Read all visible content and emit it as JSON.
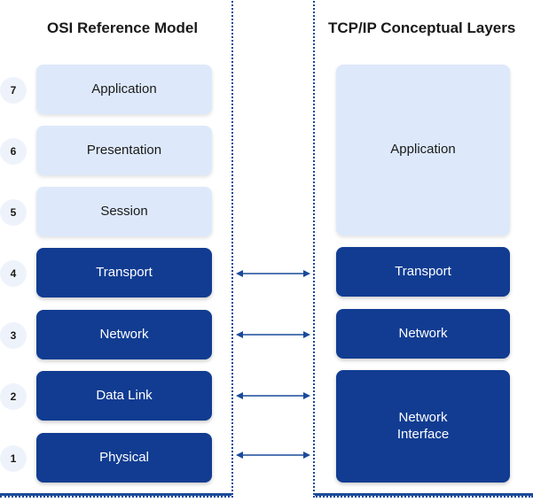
{
  "osi": {
    "title": "OSI Reference Model",
    "layers": [
      {
        "number": "7",
        "label": "Application"
      },
      {
        "number": "6",
        "label": "Presentation"
      },
      {
        "number": "5",
        "label": "Session"
      },
      {
        "number": "4",
        "label": "Transport"
      },
      {
        "number": "3",
        "label": "Network"
      },
      {
        "number": "2",
        "label": "Data Link"
      },
      {
        "number": "1",
        "label": "Physical"
      }
    ]
  },
  "tcpip": {
    "title": "TCP/IP Conceptual Layers",
    "layers": [
      {
        "label": "Application"
      },
      {
        "label": "Transport"
      },
      {
        "label": "Network"
      },
      {
        "label_line1": "Network",
        "label_line2": "Interface"
      }
    ]
  },
  "colors": {
    "light_layer": "#dde9fb",
    "dark_layer": "#113c92",
    "border": "#1a4a9a",
    "arrow": "#1a4a9a"
  }
}
